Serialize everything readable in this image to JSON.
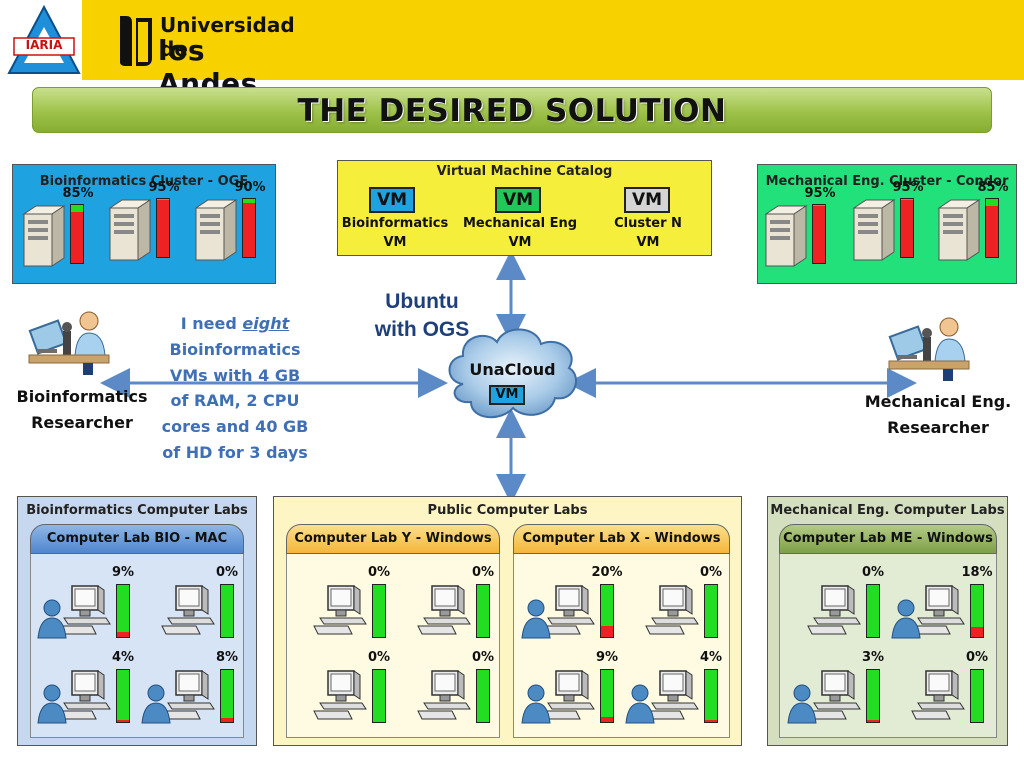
{
  "header": {
    "iaria_logo_text": "IARIA",
    "university_line1": "Universidad de",
    "university_line2": "los Andes"
  },
  "title": "THE DESIRED SOLUTION",
  "clusters": {
    "bio": {
      "title": "Bioinformatics Cluster - OGE",
      "loads": [
        "85%",
        "95%",
        "90%"
      ],
      "load_values": [
        85,
        95,
        90
      ]
    },
    "mech": {
      "title": "Mechanical Eng. Cluster - Condor",
      "loads": [
        "95%",
        "95%",
        "85%"
      ],
      "load_values": [
        95,
        95,
        85
      ]
    }
  },
  "catalog": {
    "title": "Virtual Machine Catalog",
    "items": [
      {
        "badge": "VM",
        "line1": "Bioinformatics",
        "line2": "VM",
        "color": "#1fa3e0"
      },
      {
        "badge": "VM",
        "line1": "Mechanical Eng",
        "line2": "VM",
        "color": "#22c75a"
      },
      {
        "badge": "VM",
        "line1": "Cluster N",
        "line2": "VM",
        "color": "#d4d4d4"
      }
    ]
  },
  "center": {
    "ubuntu_line1": "Ubuntu",
    "ubuntu_line2": "with OGS",
    "cloud_label": "UnaCloud",
    "cloud_vm": "VM"
  },
  "researchers": {
    "bio_line1": "Bioinformatics",
    "bio_line2": "Researcher",
    "mech_line1": "Mechanical Eng.",
    "mech_line2": "Researcher"
  },
  "request": {
    "l1_before": "I need ",
    "l1_emph": "eight",
    "l2": "Bioinformatics",
    "l3": "VMs with 4 GB",
    "l4": "of RAM, 2 CPU",
    "l5": "cores and 40 GB",
    "l6": "of HD for 3 days"
  },
  "labs": {
    "bio": {
      "title": "Bioinformatics Computer Labs",
      "lab": {
        "name": "Computer Lab BIO - MAC",
        "loads": [
          "9%",
          "0%",
          "4%",
          "8%"
        ],
        "load_values": [
          9,
          0,
          4,
          8
        ],
        "users": [
          true,
          false,
          true,
          true
        ]
      }
    },
    "public": {
      "title": "Public Computer Labs",
      "labY": {
        "name": "Computer Lab Y - Windows",
        "loads": [
          "0%",
          "0%",
          "0%",
          "0%"
        ],
        "load_values": [
          0,
          0,
          0,
          0
        ],
        "users": [
          false,
          false,
          false,
          false
        ]
      },
      "labX": {
        "name": "Computer Lab X - Windows",
        "loads": [
          "20%",
          "0%",
          "9%",
          "4%"
        ],
        "load_values": [
          20,
          0,
          9,
          4
        ],
        "users": [
          true,
          false,
          true,
          true
        ]
      }
    },
    "mech": {
      "title": "Mechanical Eng. Computer Labs",
      "lab": {
        "name": "Computer Lab ME - Windows",
        "loads": [
          "0%",
          "18%",
          "3%",
          "0%"
        ],
        "load_values": [
          0,
          18,
          3,
          0
        ],
        "users": [
          false,
          true,
          true,
          false
        ]
      }
    }
  },
  "colors": {
    "header_yellow": "#f7d100",
    "bio_cluster_bg": "#1fa3e0",
    "mech_cluster_bg": "#22e07a",
    "catalog_bg": "#f5ee3a",
    "bio_lab_bg": "#c6d8ef",
    "public_lab_bg": "#fdf6c4",
    "mech_lab_bg": "#d3dfbf",
    "arrow_blue": "#5b8ac6",
    "request_text": "#3f6fb5",
    "ubuntu_text": "#1f3f7a",
    "bar_green": "#22dd22",
    "bar_red": "#ee2222"
  }
}
